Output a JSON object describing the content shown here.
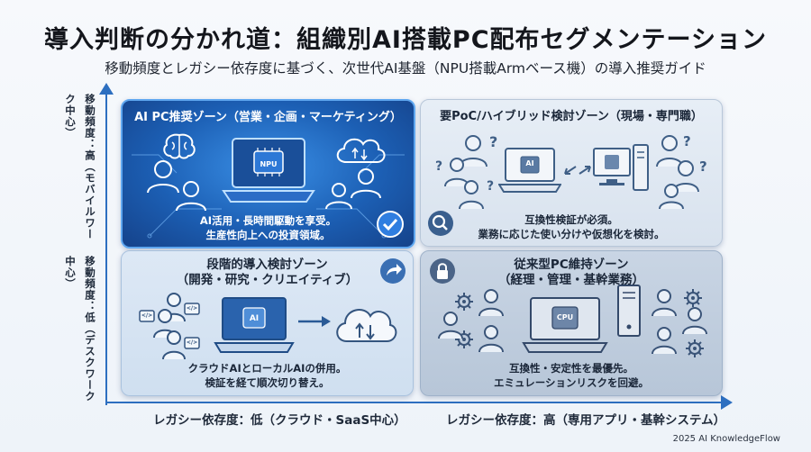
{
  "title": "導入判断の分かれ道：組織別AI搭載PC配布セグメンテーション",
  "subtitle": "移動頻度とレガシー依存度に基づく、次世代AI基盤（NPU搭載Armベース機）の導入推奨ガイド",
  "axes": {
    "y_high": "移動頻度：高（モバイルワーク中心）",
    "y_low": "移動頻度：低（デスクワーク中心）",
    "x_low": "レガシー依存度：低（クラウド・SaaS中心）",
    "x_high": "レガシー依存度：高（専用アプリ・基幹システム）"
  },
  "quadrants": {
    "top_left": {
      "title": "AI PC推奨ゾーン（営業・企画・マーケティング）",
      "chip": "NPU",
      "body_line1": "AI活用・長時間駆動を享受。",
      "body_line2": "生産性向上への投資領域。"
    },
    "top_right": {
      "title": "要PoC/ハイブリッド検討ゾーン（現場・専門職）",
      "chip": "AI",
      "body_line1": "互換性検証が必須。",
      "body_line2": "業務に応じた使い分けや仮想化を検討。"
    },
    "bottom_left": {
      "title_line1": "段階的導入検討ゾーン",
      "title_line2": "（開発・研究・クリエイティブ）",
      "chip": "AI",
      "body_line1": "クラウドAIとローカルAIの併用。",
      "body_line2": "検証を経て順次切り替え。"
    },
    "bottom_right": {
      "title_line1": "従来型PC維持ゾーン",
      "title_line2": "（経理・管理・基幹業務）",
      "chip": "CPU",
      "body_line1": "互換性・安定性を最優先。",
      "body_line2": "エミュレーションリスクを回避。"
    }
  },
  "code_glyph": "</>",
  "credit": "2025 AI KnowledgeFlow",
  "colors": {
    "accent": "#2d6fc0",
    "recommended_panel": "#1c5fb4",
    "neutral_panel": "#d8e2ee"
  }
}
